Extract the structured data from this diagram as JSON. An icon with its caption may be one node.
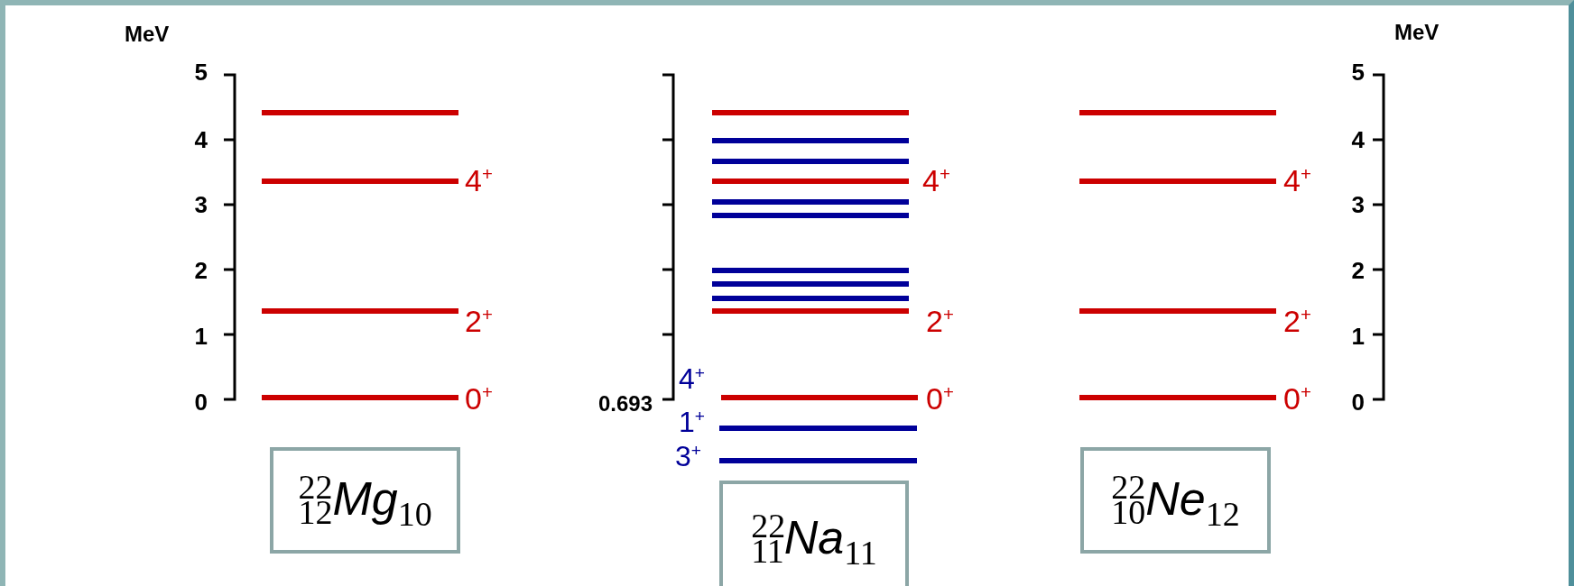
{
  "diagram": {
    "nodes": [
      {
        "text": [
          "$^{22}$$_{12}$*Mg*$_{10}$"
        ]
      },
      {
        "text": [
          "$^{22}$$_{11}$*Na*$_{11}$"
        ]
      },
      {
        "text": [
          "$^{22}$$_{10}$*Ne*$_{12}$"
        ]
      }
    ],
    "labels": [
      "MeV",
      "MeV",
      "5",
      "5",
      "4",
      "4",
      "4$^{+}$",
      "4$^{+}$",
      "4$^{+}$",
      "3",
      "3",
      "2",
      "2",
      "2$^{+}$",
      "2$^{+}$",
      "2$^{+}$",
      "1",
      "1",
      "4$^{+}$",
      "0",
      "0.693",
      "0$^{+}$",
      "0$^{+}$",
      "0$^{+}$",
      "0",
      "1$^{+}$",
      "3$^{+}$"
    ]
  }
}
